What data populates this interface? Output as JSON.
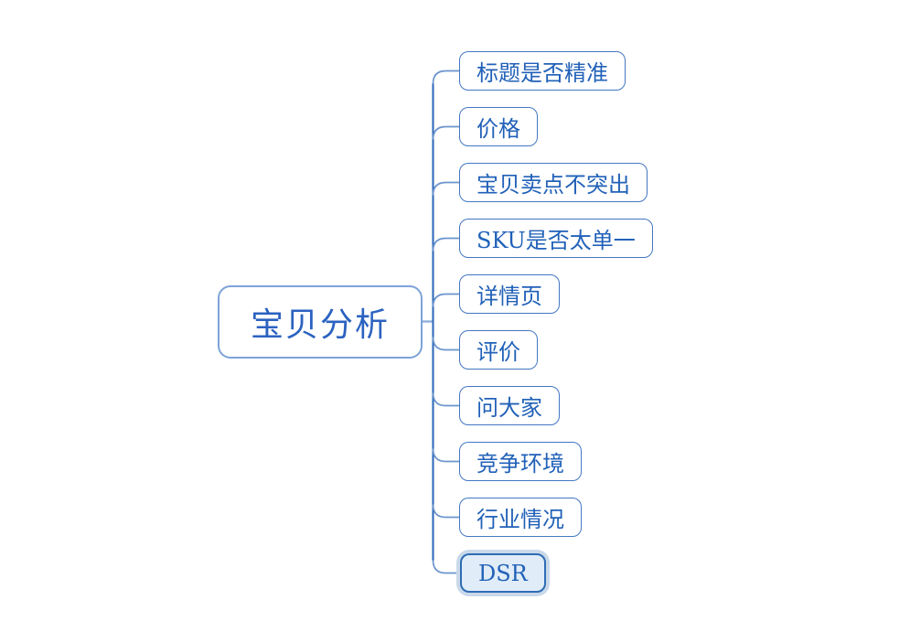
{
  "mindmap": {
    "root": {
      "label": "宝贝分析"
    },
    "children": [
      {
        "label": "标题是否精准",
        "selected": false
      },
      {
        "label": "价格",
        "selected": false
      },
      {
        "label": "宝贝卖点不突出",
        "selected": false
      },
      {
        "label": "SKU是否太单一",
        "selected": false
      },
      {
        "label": "详情页",
        "selected": false
      },
      {
        "label": "评价",
        "selected": false
      },
      {
        "label": "问大家",
        "selected": false
      },
      {
        "label": "竞争环境",
        "selected": false
      },
      {
        "label": "行业情况",
        "selected": false
      },
      {
        "label": "DSR",
        "selected": true
      }
    ],
    "colors": {
      "background": "#ffffff",
      "text": "#2161b8",
      "root_text": "#2b62c0",
      "child_border": "#4377c2",
      "root_border": "#7da3d8",
      "trunk_line": "#2a66b8",
      "branch_line": "#6b95ce",
      "root_stub_line": "#8fb0dc",
      "selected_fill": "#e0ecf7",
      "selected_border": "#2e6cb5",
      "selected_halo": "#c9d9ea"
    }
  }
}
